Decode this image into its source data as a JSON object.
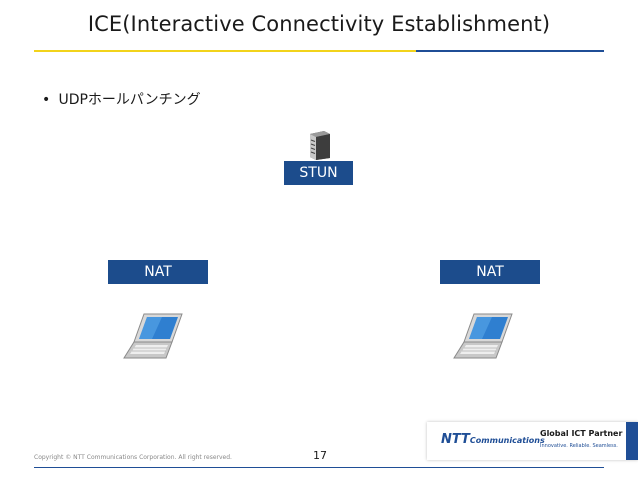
{
  "slide": {
    "title": "ICE(Interactive Connectivity Establishment)",
    "bullet": "UDPホールパンチング",
    "bullet_marker": "•",
    "page_number": "17"
  },
  "diagram": {
    "stun_label": "STUN",
    "nat_left_label": "NAT",
    "nat_right_label": "NAT"
  },
  "footer": {
    "copyright": "Copyright © NTT Communications Corporation. All right reserved.",
    "logo_ntt": "NTT",
    "logo_communications": "Communications",
    "logo_global": "Global ICT Partner",
    "logo_tagline": "Innovative. Reliable. Seamless."
  },
  "colors": {
    "box_fill": "#1c4c8c",
    "accent_yellow": "#f2d31b",
    "accent_blue": "#1f4e96"
  }
}
